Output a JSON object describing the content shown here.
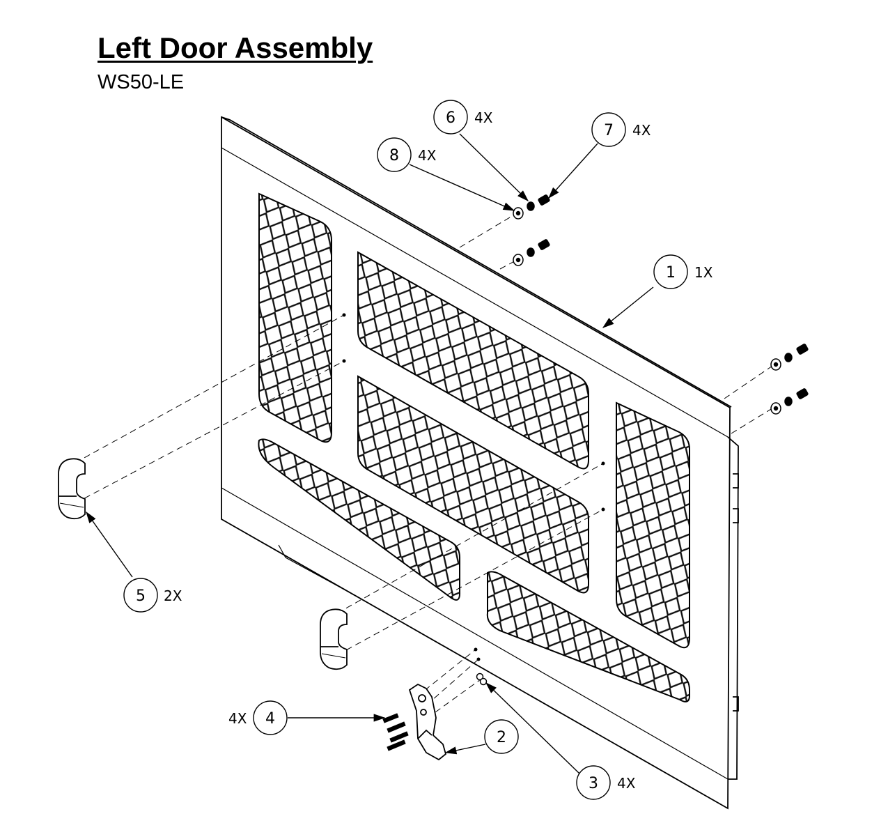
{
  "title": "Left Door Assembly",
  "part_number": "WS50-LE",
  "callouts": [
    {
      "item": "1",
      "qty": "1X"
    },
    {
      "item": "2",
      "qty": ""
    },
    {
      "item": "3",
      "qty": "4X"
    },
    {
      "item": "4",
      "qty": "4X"
    },
    {
      "item": "5",
      "qty": "2X"
    },
    {
      "item": "6",
      "qty": "4X"
    },
    {
      "item": "7",
      "qty": "4X"
    },
    {
      "item": "8",
      "qty": "4X"
    }
  ]
}
